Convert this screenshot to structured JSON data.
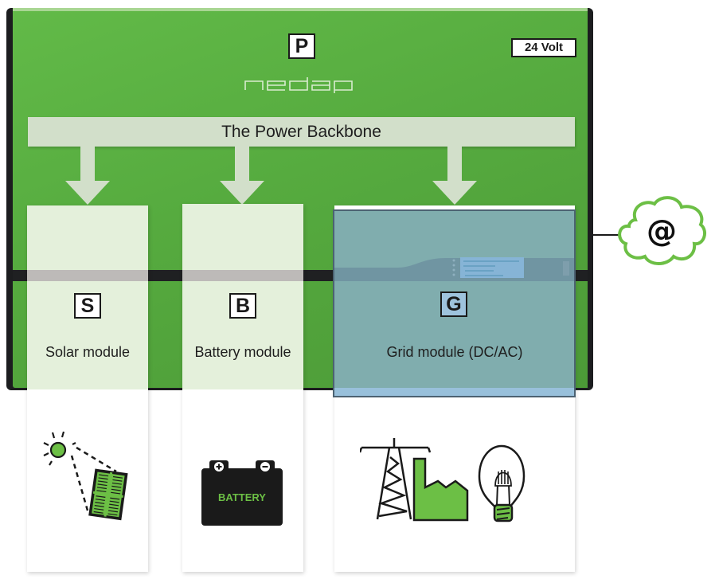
{
  "diagram": {
    "system_label": "P",
    "voltage_badge": "24 Volt",
    "brand_logo": "nedap",
    "backbone_label": "The Power Backbone",
    "modules": [
      {
        "letter": "S",
        "label": "Solar module",
        "icon": "solar-panel-sun-icon"
      },
      {
        "letter": "B",
        "label": "Battery module",
        "icon": "battery-icon",
        "icon_text": "BATTERY"
      },
      {
        "letter": "G",
        "label": "Grid module (DC/AC)",
        "icon": "power-grid-factory-lightbulb-icon",
        "highlighted": true
      }
    ],
    "cloud_symbol": "@",
    "cloud_icon": "internet-cloud-icon",
    "colors": {
      "device_green": "#5ab443",
      "icon_green": "#6cbf45",
      "highlight_teal": "#7caaab",
      "highlight_border": "#4c6272",
      "badge_blue": "#9ec3dd"
    }
  }
}
